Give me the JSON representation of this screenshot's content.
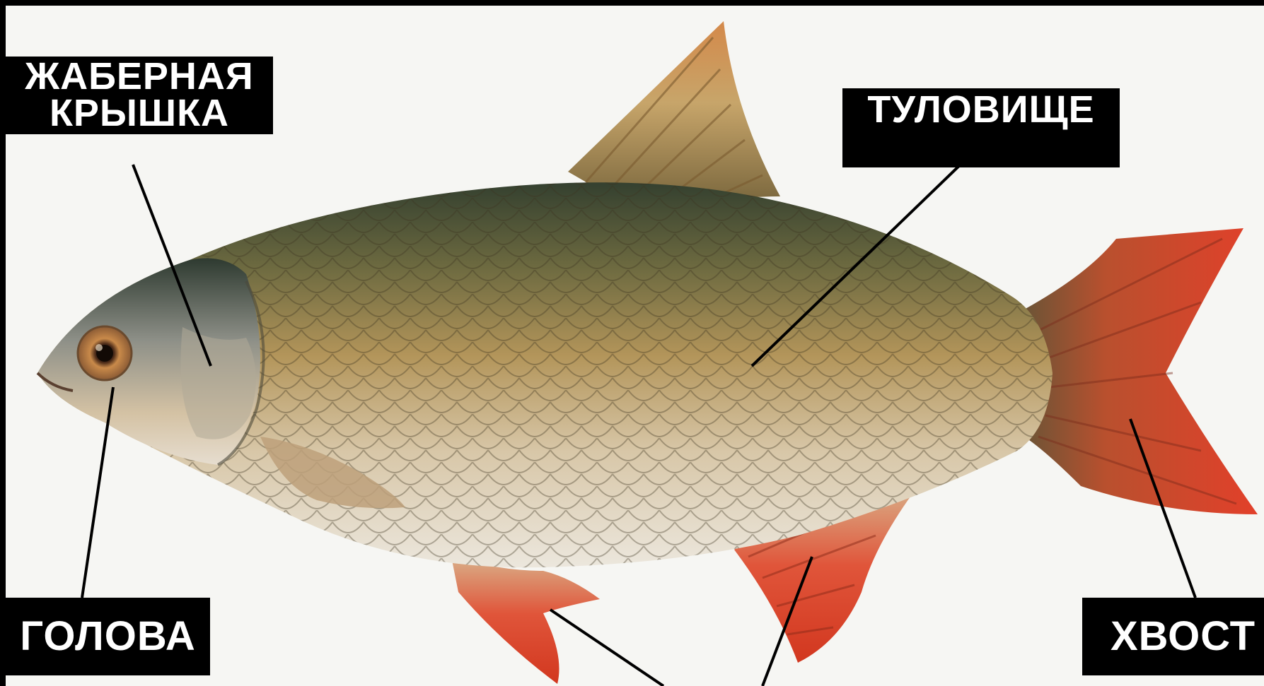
{
  "figure": {
    "subject": "fish-roach",
    "colors": {
      "background": "#f6f6f3",
      "frame": "#000000",
      "label_bg": "#000000",
      "label_text": "#ffffff",
      "fin_red": "#d8452c",
      "body_gold": "#b89a5c",
      "back_dark": "#3e4a3c"
    }
  },
  "labels": {
    "gill_cover": "ЖАБЕРНАЯ КРЫШКА",
    "body": "ТУЛОВИЩЕ",
    "head": "ГОЛОВА",
    "tail": "ХВОСТ"
  }
}
